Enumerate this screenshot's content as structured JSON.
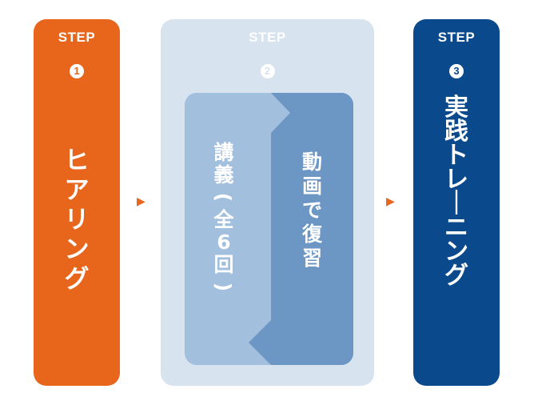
{
  "steps": [
    {
      "label": "STEP",
      "number": "1",
      "title": "ヒアリング",
      "color": "#e8651c",
      "text_color": "#ffffff"
    },
    {
      "label": "STEP",
      "number": "2",
      "color": "#d7e3ef",
      "text_color": "#ffffff",
      "sub_left": "講義（全6回）",
      "sub_right": "動画で復習",
      "sub_left_color": "#a2bfdd",
      "sub_right_color": "#6c97c5"
    },
    {
      "label": "STEP",
      "number": "3",
      "title": "実践トレーニング",
      "color": "#0a4a8c",
      "text_color": "#ffffff"
    }
  ],
  "arrows": [
    {
      "icon": "triangle-right-icon",
      "glyph": "▶",
      "color": "#e8651c"
    },
    {
      "icon": "triangle-right-icon",
      "glyph": "▶",
      "color": "#e8651c"
    }
  ]
}
